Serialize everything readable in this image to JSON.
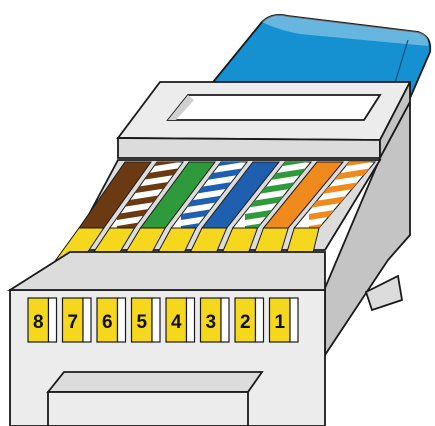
{
  "colors": {
    "cable": "#1590d0",
    "cable_dark": "#0e6fa8",
    "plastic": "#dcdcdc",
    "plastic_light": "#ececec",
    "plastic_dark": "#c4c4c4",
    "outline": "#1a1a1a",
    "contact": "#f5d81e",
    "contact_dark": "#e0bf00"
  },
  "pins": [
    {
      "number": "8",
      "wire": "brown",
      "color": "#6b3a12",
      "striped": false
    },
    {
      "number": "7",
      "wire": "white-brown",
      "color": "#6b3a12",
      "striped": true
    },
    {
      "number": "6",
      "wire": "green",
      "color": "#2e9a3c",
      "striped": false
    },
    {
      "number": "5",
      "wire": "white-blue",
      "color": "#1f5fb0",
      "striped": true
    },
    {
      "number": "4",
      "wire": "blue",
      "color": "#1f5fb0",
      "striped": false
    },
    {
      "number": "3",
      "wire": "white-green",
      "color": "#2e9a3c",
      "striped": true
    },
    {
      "number": "2",
      "wire": "orange",
      "color": "#f08a1c",
      "striped": false
    },
    {
      "number": "1",
      "wire": "white-orange",
      "color": "#f08a1c",
      "striped": true
    }
  ]
}
